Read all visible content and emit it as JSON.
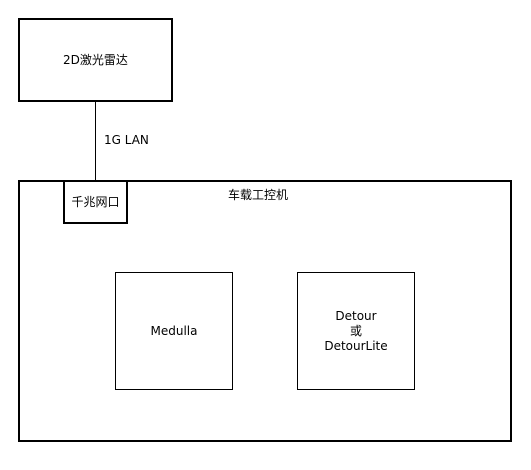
{
  "diagram": {
    "lidar": {
      "label": "2D激光雷达"
    },
    "link": {
      "label": "1G LAN"
    },
    "vehicle_pc": {
      "title": "车载工控机",
      "port": {
        "label": "千兆网口"
      },
      "modules": [
        {
          "label": "Medulla"
        },
        {
          "label": "Detour\n或\nDetourLite"
        }
      ]
    }
  }
}
